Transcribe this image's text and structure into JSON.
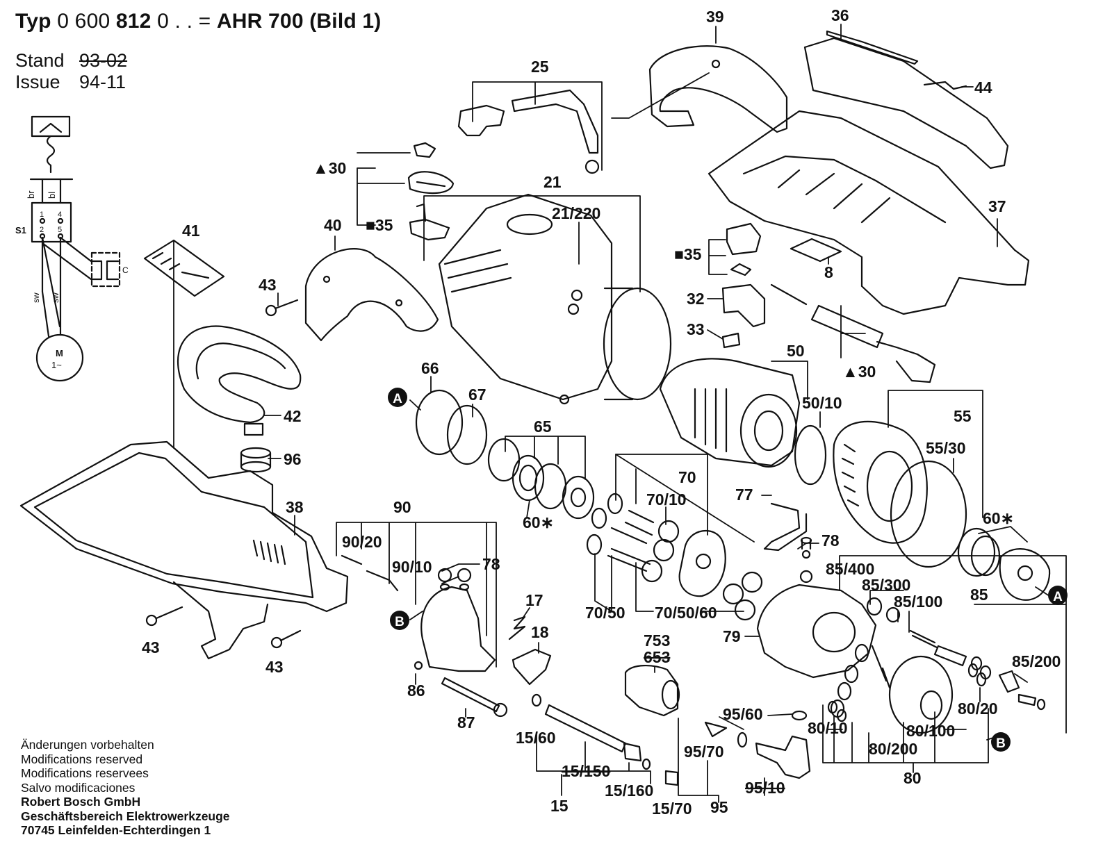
{
  "header": {
    "typ_label": "Typ",
    "part_number_a": "0 600",
    "part_number_b": "812",
    "part_number_suffix": "0 . . =",
    "model": "AHR  700 (Bild 1)",
    "stand_label": "Stand",
    "stand_value": "93-02",
    "issue_label": "Issue",
    "issue_value": "94-11"
  },
  "schematic": {
    "switch": "S1",
    "wire_left": "br",
    "wire_right": "bl",
    "t1": "1",
    "t4": "4",
    "t2": "2",
    "t5": "5",
    "wire_lower_left": "sw",
    "wire_lower_mid": "sw",
    "capacitor": "C",
    "motor_m": "M",
    "motor_phase": "1~"
  },
  "callouts": {
    "c25": "25",
    "c39": "39",
    "c36": "36",
    "c44": "44",
    "c37": "37",
    "c21": "21",
    "c21_220": "21/220",
    "c30a": "▲30",
    "c35a": "■35",
    "c40": "40",
    "c41": "41",
    "c43a": "43",
    "c35b": "■35",
    "c8": "8",
    "c32": "32",
    "c33": "33",
    "c50": "50",
    "c50_10": "50/10",
    "c30b": "▲30",
    "c66": "66",
    "c67": "67",
    "c65": "65",
    "c60a": "60∗",
    "c42": "42",
    "c96": "96",
    "c38": "38",
    "c70": "70",
    "c70_10": "70/10",
    "c77": "77",
    "c55": "55",
    "c55_30": "55/30",
    "c60b": "60∗",
    "c90": "90",
    "c90_20": "90/20",
    "c90_10": "90/10",
    "c78a": "78",
    "c78b": "78",
    "c85_400": "85/400",
    "c85_300": "85/300",
    "c85_100": "85/100",
    "c85": "85",
    "c17": "17",
    "c18": "18",
    "c70_50": "70/50",
    "c70_50_60": "70/50/60",
    "c79": "79",
    "c43b": "43",
    "c43c": "43",
    "c86": "86",
    "c87": "87",
    "c753": "753",
    "c653": "653",
    "c85_200": "85/200",
    "c80_20": "80/20",
    "c95_60": "95/60",
    "c80_10": "80/10",
    "c80_100": "80/100",
    "c80_200": "80/200",
    "c15_60": "15/60",
    "c95_70": "95/70",
    "c15_150": "15/150",
    "c15_160": "15/160",
    "c95_10": "95/10",
    "c80": "80",
    "c15": "15",
    "c15_70": "15/70",
    "c95": "95",
    "markA": "A",
    "markB": "B"
  },
  "footer": {
    "line1": "Änderungen vorbehalten",
    "line2": "Modifications reserved",
    "line3": "Modifications reservees",
    "line4": "Salvo modificaciones",
    "company": "Robert Bosch GmbH",
    "division": "Geschäftsbereich Elektrowerkzeuge",
    "address": "70745 Leinfelden-Echterdingen 1"
  }
}
